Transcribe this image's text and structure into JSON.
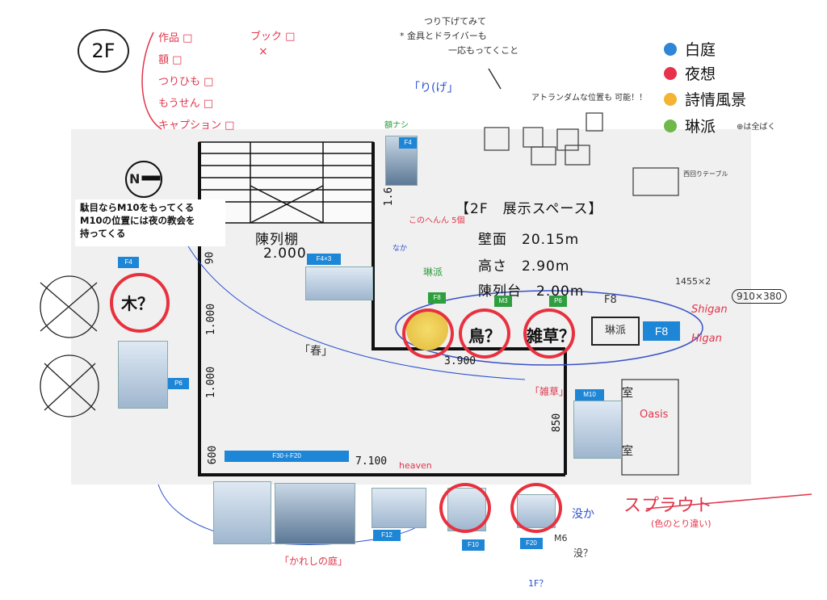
{
  "floor_label": "2F",
  "checklist": {
    "items": [
      "作品 □",
      "額 □",
      "つりひも □",
      "もうせん □",
      "キャプション □"
    ],
    "extra": "ブック □",
    "extra_mark": "×"
  },
  "top_note": {
    "line1": "つり下げてみて",
    "line2": "* 金具とドライバーも",
    "line3": "一応もってくこと"
  },
  "attention_note": "アトランダムな位置も 可能！！",
  "legend": [
    {
      "label": "白庭",
      "color": "#2f86d6"
    },
    {
      "label": "夜想",
      "color": "#e8314a"
    },
    {
      "label": "詩情風景",
      "color": "#f3b433"
    },
    {
      "label": "琳派",
      "color": "#6fb84a"
    }
  ],
  "legend_note": "⊕は全ばく",
  "plan": {
    "title": "【2F　展示スペース】",
    "wall": "壁面　20.15m",
    "height": "高さ　2.90m",
    "table": "陳列台　2.00m",
    "shelf": "陳列棚",
    "shelf_size": "2.000",
    "dim_3900": "3.900",
    "dim_7100": "7.100",
    "dim_850": "850",
    "dim_600": "600",
    "dim_1000a": "1.000",
    "dim_1000b": "1.000",
    "dim_90": "90",
    "dim_16": "1.6",
    "room1": "室",
    "room2": "室",
    "north": "N"
  },
  "black_note": {
    "line1": "駄目ならM10をもってくる",
    "line2": "M10の位置には夜の教会を",
    "line3": "持ってくる"
  },
  "tags": {
    "f4_top": "F4",
    "f4_left": "F4",
    "f4x3": "F4×3",
    "p6_left": "P6",
    "f8_green": "F8",
    "m3": "M3",
    "p6_green": "P6",
    "f8_right": "F8",
    "m10": "M10",
    "f30": "F30＋F20",
    "f12": "F12",
    "f10": "F10",
    "f20_bottom": "F20"
  },
  "circled_marks": {
    "tree": "木？",
    "bird": "鳥？",
    "weeds": "雑草？"
  },
  "hand_notes": {
    "ryuha": "琳派",
    "f8_side": "F8",
    "rinpa_box": "琳派",
    "shigan": "Shigan",
    "higan": "Higan",
    "oasis": "Oasis",
    "heaven": "heaven",
    "garden": "「かれしの庭」",
    "sprout": "スプラウト",
    "sprout_sub": "(色のとり違い)",
    "ri": "「り(げ」",
    "kaze": "「春」",
    "hatsu": "「雑草」",
    "sizes": "910×380",
    "size2": "1455×2",
    "nai": "没か",
    "nai2": "没？",
    "m6": "M6",
    "f13": "1F？",
    "western": "西回りテーブル",
    "gakunashi": "額ナシ",
    "kono": "このへんん 5個",
    "kon": "なか"
  }
}
